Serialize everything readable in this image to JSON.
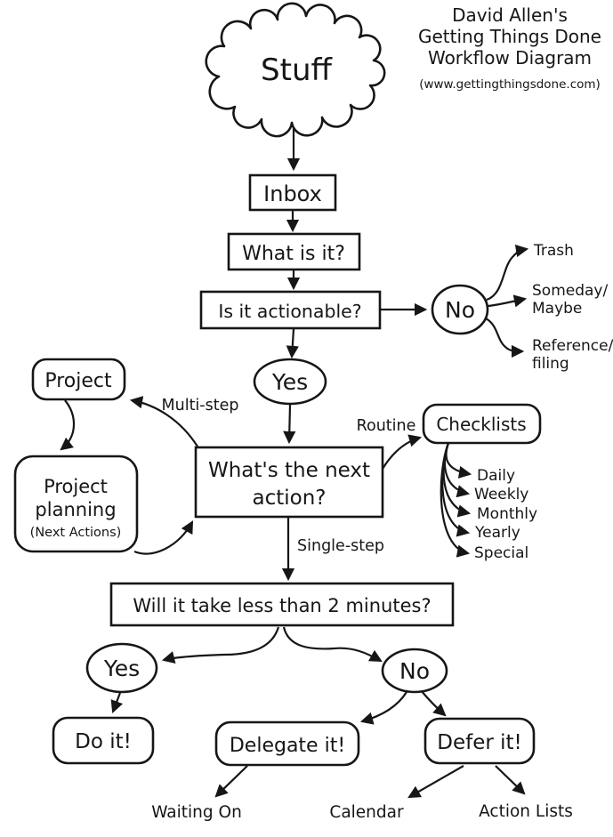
{
  "title": {
    "line1": "David Allen's",
    "line2": "Getting Things Done",
    "line3": "Workflow Diagram",
    "url": "(www.gettingthingsdone.com)"
  },
  "nodes": {
    "stuff": "Stuff",
    "inbox": "Inbox",
    "what_is_it": "What is it?",
    "is_it_actionable": "Is it actionable?",
    "no_actionable": "No",
    "yes_actionable": "Yes",
    "project": "Project",
    "project_planning_line1": "Project",
    "project_planning_line2": "planning",
    "project_planning_line3": "(Next Actions)",
    "next_action_line1": "What's the next",
    "next_action_line2": "action?",
    "checklists": "Checklists",
    "two_minutes": "Will it take less than 2 minutes?",
    "yes_two_minutes": "Yes",
    "no_two_minutes": "No",
    "do_it": "Do it!",
    "delegate_it": "Delegate it!",
    "defer_it": "Defer it!"
  },
  "edge_labels": {
    "multi_step": "Multi-step",
    "single_step": "Single-step",
    "routine": "Routine"
  },
  "outcomes": {
    "trash": "Trash",
    "someday_line1": "Someday/",
    "someday_line2": "Maybe",
    "reference_line1": "Reference/",
    "reference_line2": "filing",
    "daily": "Daily",
    "weekly": "Weekly",
    "monthly": "Monthly",
    "yearly": "Yearly",
    "special": "Special",
    "waiting_on": "Waiting On",
    "calendar": "Calendar",
    "action_lists": "Action Lists"
  },
  "colors": {
    "ink": "#161616",
    "background": "#ffffff"
  }
}
